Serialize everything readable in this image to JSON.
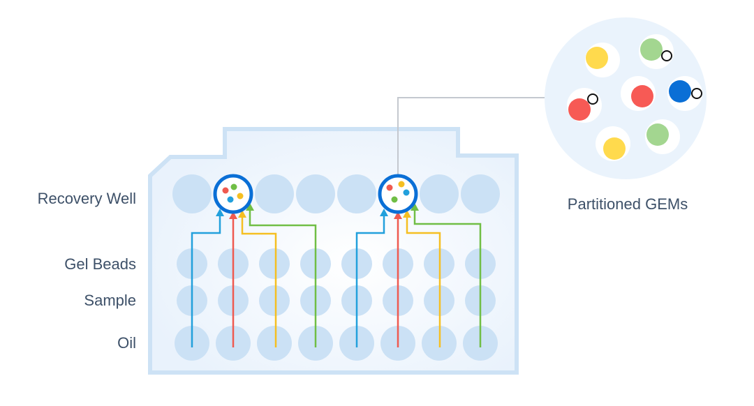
{
  "labels": {
    "recovery_well": "Recovery Well",
    "gel_beads": "Gel Beads",
    "sample": "Sample",
    "oil": "Oil",
    "partitioned_gems": "Partitioned GEMs"
  },
  "colors": {
    "plate_fill": "#ebf3fc",
    "plate_border": "#cde2f5",
    "well": "#cbe1f5",
    "highlight_ring": "#0a6fd6",
    "gel_bead_path": "#22a0dc",
    "sample_path": "#ef5a50",
    "oil_path_yellow": "#f5bf22",
    "oil_path_green": "#70be45",
    "gem_yellow": "#ffda4d",
    "gem_green": "#a3d690",
    "gem_red": "#f75a55",
    "gem_blue": "#0a6fd6"
  }
}
